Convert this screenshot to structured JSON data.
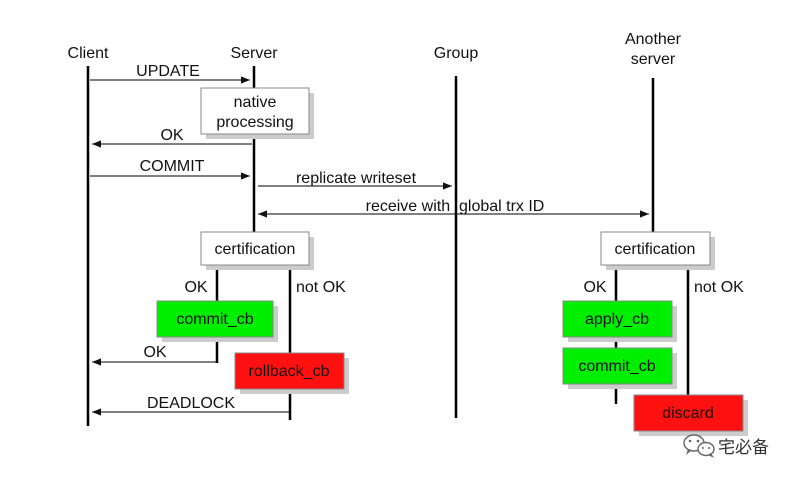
{
  "lanes": {
    "client": "Client",
    "server": "Server",
    "group": "Group",
    "another_server_line1": "Another",
    "another_server_line2": "server"
  },
  "messages": {
    "update": "UPDATE",
    "ok_after_native": "OK",
    "commit": "COMMIT",
    "replicate": "replicate writeset",
    "receive": "receive with  global trx ID",
    "ok_after_commit": "OK",
    "deadlock": "DEADLOCK"
  },
  "boxes": {
    "native_line1": "native",
    "native_line2": "processing",
    "certification_server": "certification",
    "certification_another": "certification",
    "commit_cb_server": "commit_cb",
    "rollback_cb": "rollback_cb",
    "apply_cb": "apply_cb",
    "commit_cb_another": "commit_cb",
    "discard": "discard"
  },
  "branches": {
    "server_ok": "OK",
    "server_not_ok": "not OK",
    "another_ok": "OK",
    "another_not_ok": "not OK"
  },
  "colors": {
    "success_box": "#00ee00",
    "failure_box": "#ff1111",
    "box_border": "#888888",
    "shadow": "#cccccc"
  },
  "watermark": {
    "text": "宅必备",
    "icon": "wechat-icon"
  }
}
